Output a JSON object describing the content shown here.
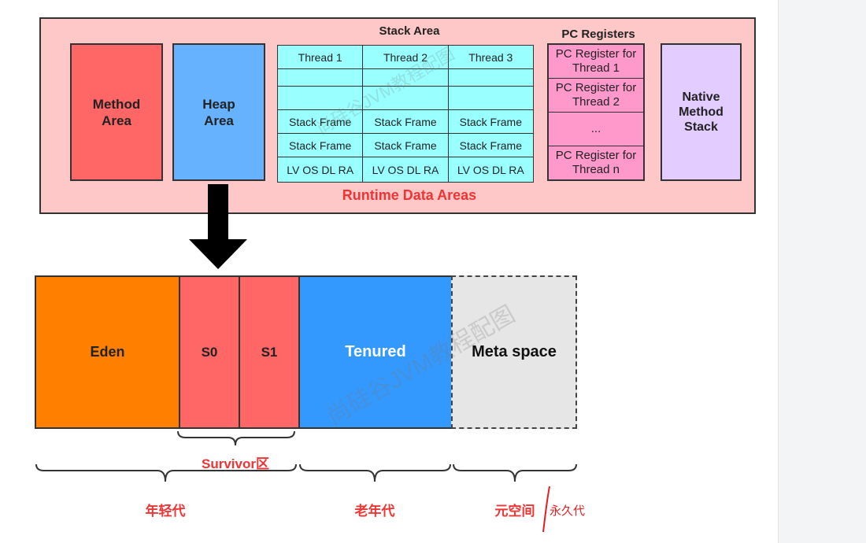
{
  "runtime": {
    "title": "Runtime Data Areas",
    "method_area": "Method\nArea",
    "heap_area": "Heap\nArea",
    "native_stack": "Native\nMethod\nStack",
    "stack_area": {
      "title": "Stack Area",
      "rows": [
        [
          "Thread 1",
          "Thread 2",
          "Thread 3"
        ],
        [
          "",
          "",
          ""
        ],
        [
          "",
          "",
          ""
        ],
        [
          "Stack Frame",
          "Stack Frame",
          "Stack Frame"
        ],
        [
          "Stack Frame",
          "Stack Frame",
          "Stack Frame"
        ],
        [
          "LV OS DL RA",
          "LV OS DL RA",
          "LV OS DL RA"
        ]
      ]
    },
    "pc_registers": {
      "title": "PC Registers",
      "cells": [
        "PC Register for Thread 1",
        "PC Register for Thread 2",
        "...",
        "PC Register for Thread n"
      ]
    }
  },
  "heap": {
    "eden": "Eden",
    "s0": "S0",
    "s1": "S1",
    "tenured": "Tenured",
    "meta": "Meta space"
  },
  "labels": {
    "survivor": "Survivor区",
    "young": "年轻代",
    "old": "老年代",
    "metaspace": "元空间",
    "permgen_note": "永久代"
  },
  "watermark": "尚硅谷JVM教程配图",
  "colors": {
    "runtime_bg": "#ffc8c8",
    "method": "#ff6666",
    "heap": "#66b2ff",
    "stack": "#99ffff",
    "pc": "#ff99cc",
    "native": "#e3ccff",
    "eden": "#ff8000",
    "survivor": "#ff6666",
    "tenured": "#3399ff",
    "meta": "#e6e6e6",
    "label_red": "#ef3434"
  }
}
